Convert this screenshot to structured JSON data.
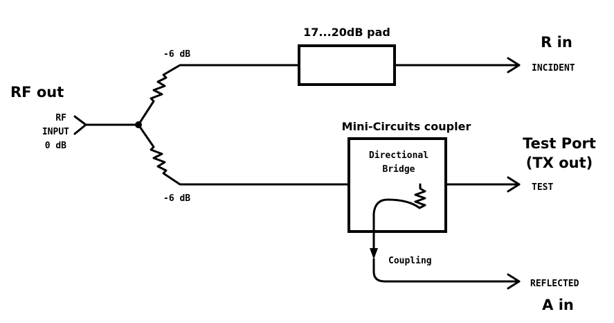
{
  "labels": {
    "rf_out": "RF out",
    "rf_input_line1": "RF",
    "rf_input_line2": "INPUT",
    "rf_input_line3": "0 dB",
    "split_upper_db": "-6 dB",
    "split_lower_db": "-6 dB",
    "pad_title": "17...20dB pad",
    "r_in": "R in",
    "incident": "INCIDENT",
    "coupler_title": "Mini-Circuits coupler",
    "bridge_line1": "Directional",
    "bridge_line2": "Bridge",
    "test_port_line1": "Test Port",
    "test_port_line2": "(TX out)",
    "test": "TEST",
    "coupling": "Coupling",
    "reflected": "REFLECTED",
    "a_in": "A in"
  }
}
